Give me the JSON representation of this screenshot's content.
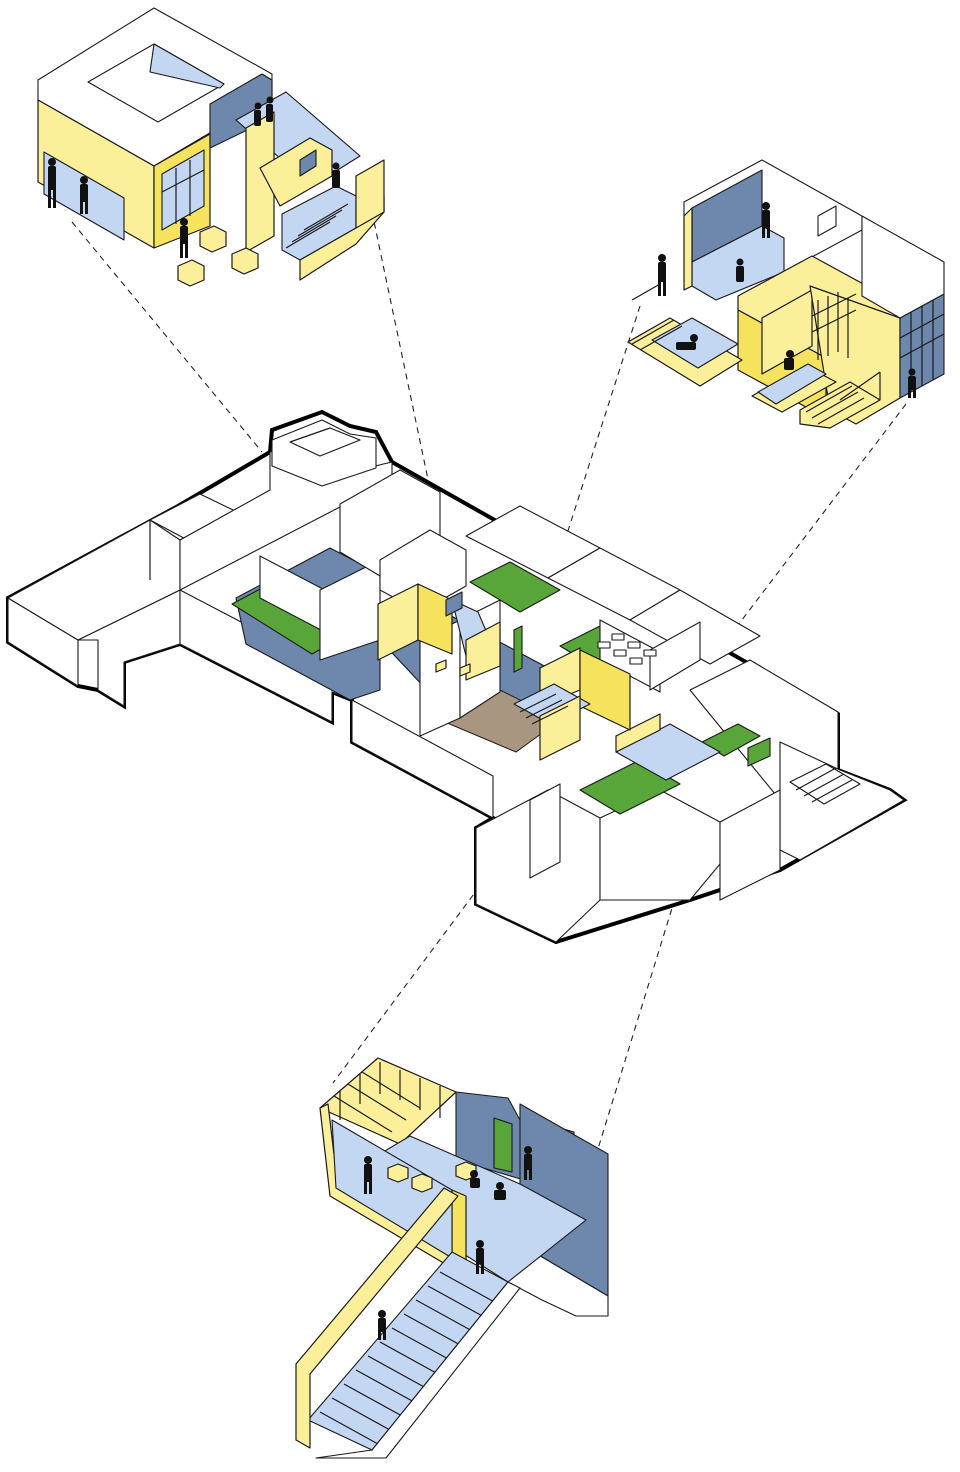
{
  "diagram": {
    "type": "exploded-axonometric",
    "callouts": [
      {
        "name": "top-left-play-house"
      },
      {
        "name": "top-right-play-house"
      },
      {
        "name": "bottom-stair-play-loft"
      }
    ]
  },
  "colors": {
    "yellow": "#fbef9a",
    "yellow_dark": "#f6e35d",
    "light_blue": "#c3d6f2",
    "slate_blue": "#6d87ad",
    "green": "#58a53a",
    "floor_brown": "#a89680",
    "outline": "#000000"
  }
}
